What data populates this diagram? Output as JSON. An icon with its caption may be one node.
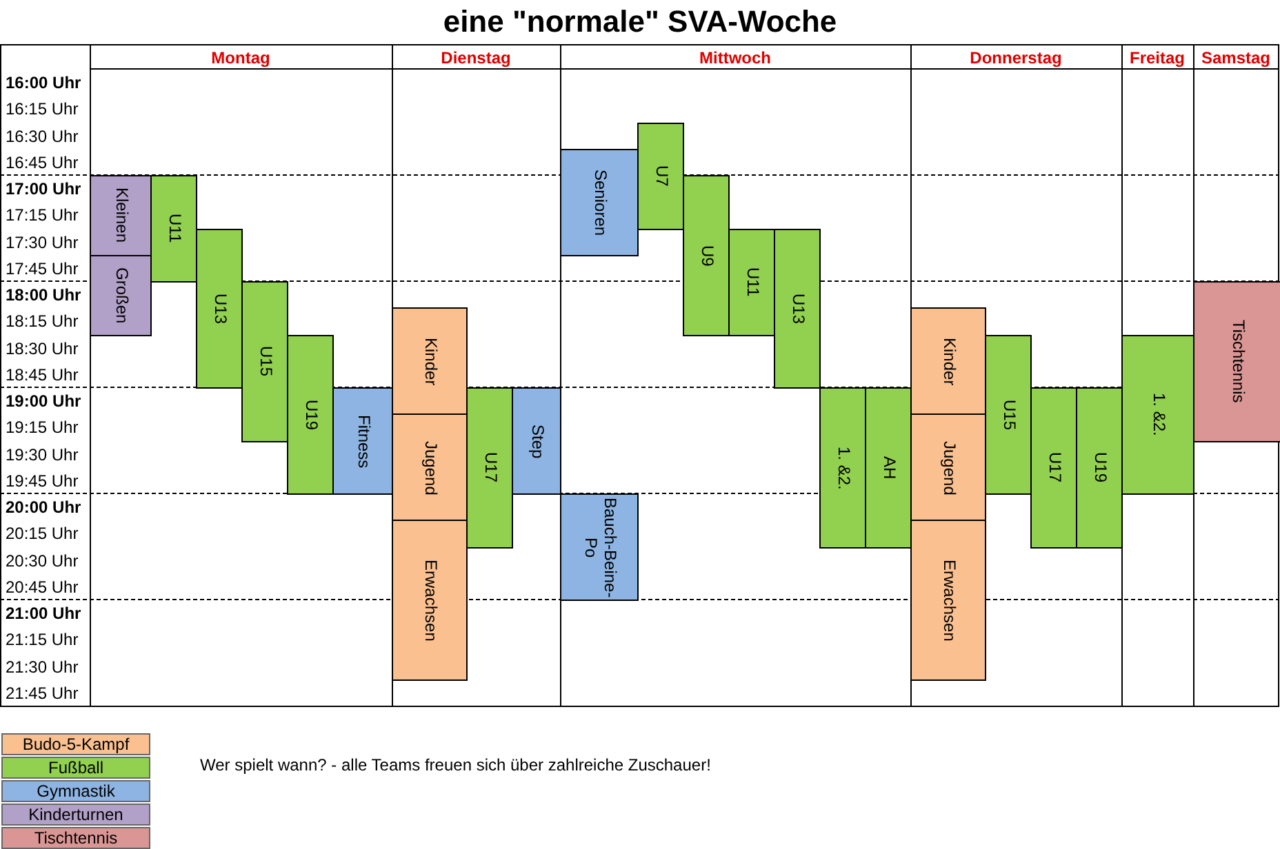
{
  "diagram": {
    "title": "eine \"normale\" SVA-Woche",
    "nodes": [
      {
        "text": [
          "Kleinen"
        ]
      },
      {
        "text": [
          "Großen"
        ]
      },
      {
        "text": [
          "U11"
        ]
      },
      {
        "text": [
          "U13"
        ]
      },
      {
        "text": [
          "U15"
        ]
      },
      {
        "text": [
          "U19"
        ]
      },
      {
        "text": [
          "Fitness"
        ]
      },
      {
        "text": [
          "Kinder"
        ]
      },
      {
        "text": [
          "Jugend"
        ]
      },
      {
        "text": [
          "Erwachsen"
        ]
      },
      {
        "text": [
          "U17"
        ]
      },
      {
        "text": [
          "Step"
        ]
      },
      {
        "text": [
          "Senioren"
        ]
      },
      {
        "text": [
          "U7"
        ]
      },
      {
        "text": [
          "U9"
        ]
      },
      {
        "text": [
          "U11"
        ]
      },
      {
        "text": [
          "U13"
        ]
      },
      {
        "text": [
          "1. &2."
        ]
      },
      {
        "text": [
          "AH"
        ]
      },
      {
        "text": [
          "Bauch-Beine-Po"
        ]
      },
      {
        "text": [
          "Kinder"
        ]
      },
      {
        "text": [
          "Jugend"
        ]
      },
      {
        "text": [
          "Erwachsen"
        ]
      },
      {
        "text": [
          "U15"
        ]
      },
      {
        "text": [
          "U17"
        ]
      },
      {
        "text": [
          "U19"
        ]
      },
      {
        "text": [
          "1. &2."
        ]
      },
      {
        "text": [
          "Tischtennis"
        ]
      }
    ],
    "labels": [
      "Montag",
      "Dienstag",
      "Mittwoch",
      "Donnerstag",
      "Freitag",
      "Samstag",
      "16:00 Uhr",
      "16:15 Uhr",
      "16:30 Uhr",
      "16:45 Uhr",
      "17:00 Uhr",
      "17:15 Uhr",
      "17:30 Uhr",
      "17:45 Uhr",
      "18:00 Uhr",
      "18:15 Uhr",
      "18:30 Uhr",
      "18:45 Uhr",
      "19:00 Uhr",
      "19:15 Uhr",
      "19:30 Uhr",
      "19:45 Uhr",
      "20:00 Uhr",
      "20:15 Uhr",
      "20:30 Uhr",
      "20:45 Uhr",
      "21:00 Uhr",
      "21:15 Uhr",
      "21:30 Uhr",
      "21:45 Uhr",
      "Wer spielt wann? - alle Teams freuen sich über zahlreiche Zuschauer!"
    ],
    "legend": [
      {
        "text": "Budo-5-Kampf",
        "color": "#fac090"
      },
      {
        "text": "Fußball",
        "color": "#92d050"
      },
      {
        "text": "Gymnastik",
        "color": "#8db4e2"
      },
      {
        "text": "Kinderturnen",
        "color": "#b1a0c7"
      },
      {
        "text": "Tischtennis",
        "color": "#da9694"
      }
    ]
  }
}
